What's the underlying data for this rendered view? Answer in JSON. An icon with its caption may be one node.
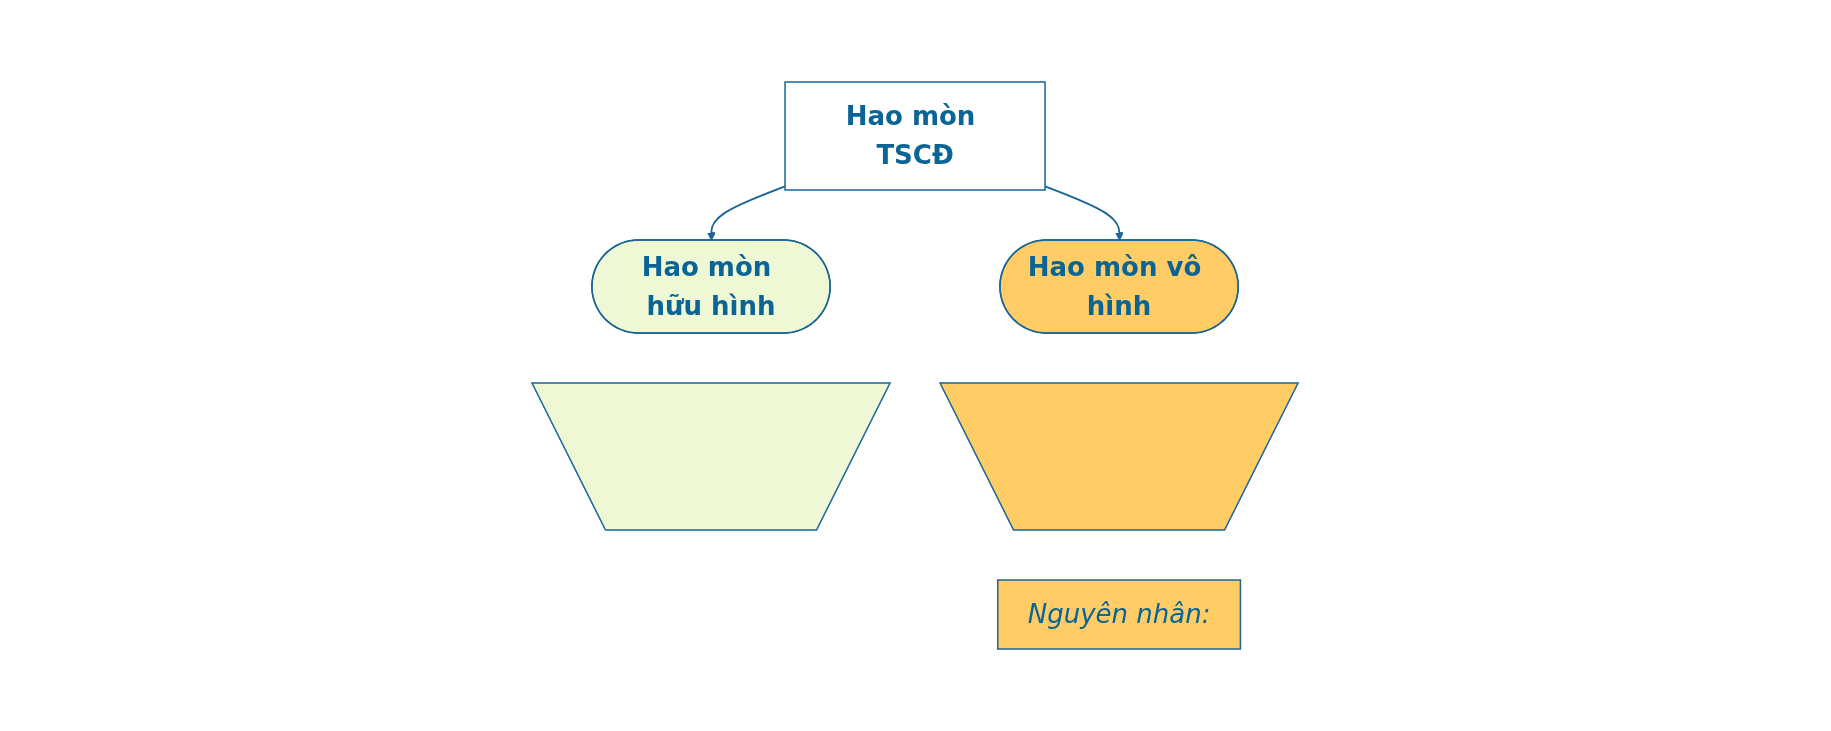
{
  "diagram": {
    "nodes": [
      {
        "text": [
          "Hao mòn hữu hình"
        ]
      },
      {
        "text": [
          "Hao mòn TSCĐ"
        ]
      },
      {
        "text": [
          "Hao mòn vô hình"
        ]
      },
      {
        "text": [],
        "shape": "trapezoid"
      },
      {
        "text": [],
        "shape": "trapezoid"
      },
      {
        "text": [
          "Nguyên nhân:"
        ]
      }
    ],
    "edges": [
      {
        "from": 1,
        "to": 0,
        "arrow": "to"
      },
      {
        "from": 1,
        "to": 2,
        "arrow": "to"
      }
    ]
  }
}
